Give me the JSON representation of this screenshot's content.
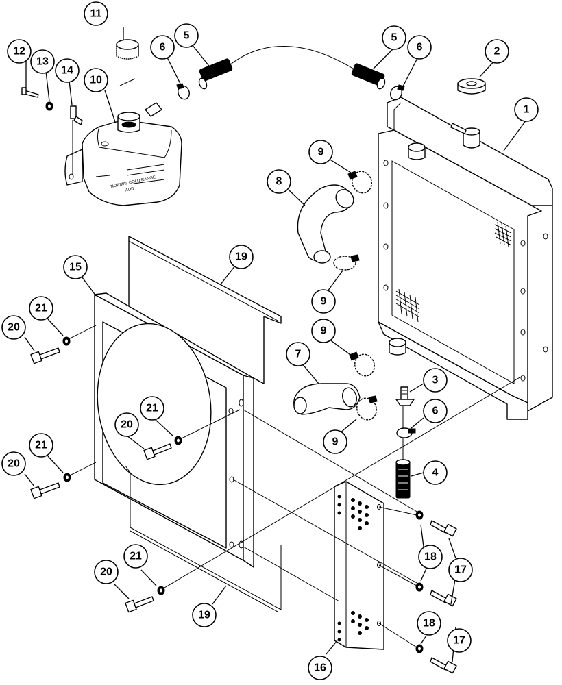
{
  "diagram": {
    "tank_label_line1": "NORMAL COLD RANGE",
    "tank_label_line2": "ADD",
    "callouts": [
      {
        "id": "c1",
        "label": "1"
      },
      {
        "id": "c2",
        "label": "2"
      },
      {
        "id": "c3",
        "label": "3"
      },
      {
        "id": "c4",
        "label": "4"
      },
      {
        "id": "c5a",
        "label": "5"
      },
      {
        "id": "c5b",
        "label": "5"
      },
      {
        "id": "c6a",
        "label": "6"
      },
      {
        "id": "c6b",
        "label": "6"
      },
      {
        "id": "c6c",
        "label": "6"
      },
      {
        "id": "c7",
        "label": "7"
      },
      {
        "id": "c8",
        "label": "8"
      },
      {
        "id": "c9a",
        "label": "9"
      },
      {
        "id": "c9b",
        "label": "9"
      },
      {
        "id": "c9c",
        "label": "9"
      },
      {
        "id": "c9d",
        "label": "9"
      },
      {
        "id": "c10",
        "label": "10"
      },
      {
        "id": "c11",
        "label": "11"
      },
      {
        "id": "c12",
        "label": "12"
      },
      {
        "id": "c13",
        "label": "13"
      },
      {
        "id": "c14",
        "label": "14"
      },
      {
        "id": "c15",
        "label": "15"
      },
      {
        "id": "c16",
        "label": "16"
      },
      {
        "id": "c17a",
        "label": "17"
      },
      {
        "id": "c17b",
        "label": "17"
      },
      {
        "id": "c18a",
        "label": "18"
      },
      {
        "id": "c18b",
        "label": "18"
      },
      {
        "id": "c19a",
        "label": "19"
      },
      {
        "id": "c19b",
        "label": "19"
      },
      {
        "id": "c20a",
        "label": "20"
      },
      {
        "id": "c20b",
        "label": "20"
      },
      {
        "id": "c20c",
        "label": "20"
      },
      {
        "id": "c20d",
        "label": "20"
      },
      {
        "id": "c21a",
        "label": "21"
      },
      {
        "id": "c21b",
        "label": "21"
      },
      {
        "id": "c21c",
        "label": "21"
      },
      {
        "id": "c21d",
        "label": "21"
      }
    ]
  }
}
